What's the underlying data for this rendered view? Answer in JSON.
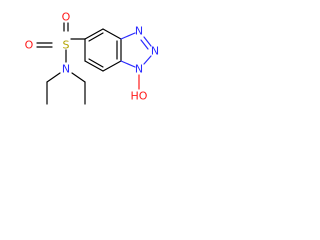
{
  "colors": {
    "carbon_bond": "#000000",
    "nitrogen": "#2b2bff",
    "oxygen": "#ff1a1a",
    "sulfur": "#b3a400"
  },
  "atoms": {
    "sulfonyl_o_top": "O",
    "sulfonyl_o_bottom": "O",
    "sulfur": "S",
    "sulfonamide_n": "N",
    "triazole_n_top": "N",
    "triazole_n_right": "N",
    "triazole_n_bottom": "N",
    "hydroxyl": "HO"
  }
}
